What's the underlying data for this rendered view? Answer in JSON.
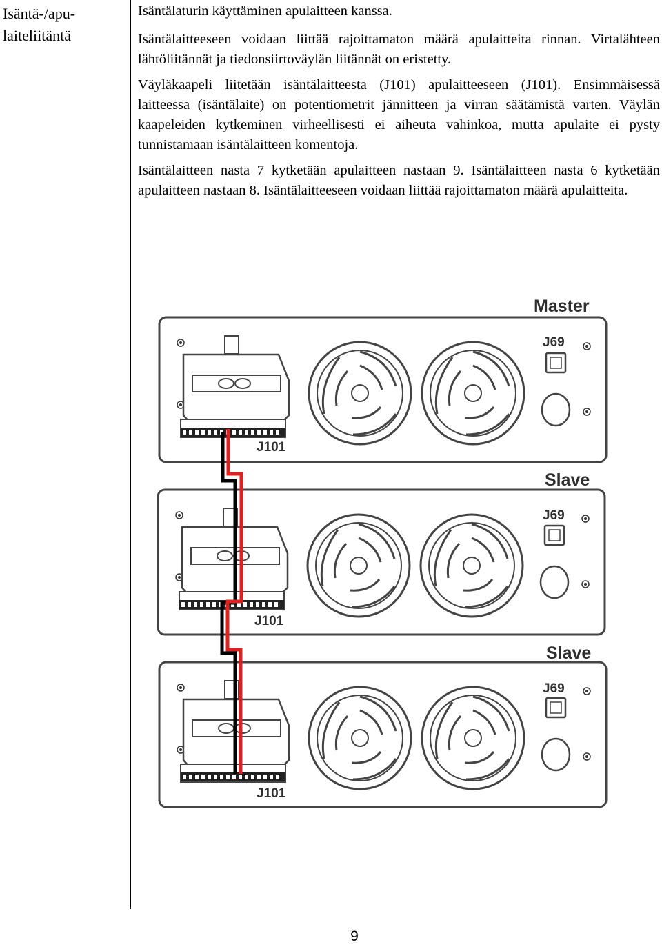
{
  "sidebar": {
    "title": "Isäntä-/apu-laiteliitäntä"
  },
  "content": {
    "heading": "Isäntälaturin käyttäminen apulaitteen kanssa.",
    "paragraph1": "Isäntälaitteeseen voidaan liittää rajoittamaton määrä apulaitteita rinnan. Virtalähteen lähtöliitännät ja tiedonsiirtoväylän liitännät on eristetty.",
    "paragraph2": "Väyläkaapeli liitetään isäntälaitteesta (J101) apulaitteeseen (J101). Ensimmäisessä laitteessa (isäntälaite) on potentiometrit jännitteen ja virran säätämistä varten. Väylän kaapeleiden kytkeminen virheellisesti ei aiheuta vahinkoa, mutta apulaite ei pysty tunnistamaan isäntälaitteen komentoja.",
    "paragraph3": "Isäntälaitteen nasta 7 kytketään apulaitteen nastaan 9. Isäntälaitteen nasta 6 kytketään apulaitteen nastaan 8. Isäntälaitteeseen voidaan liittää rajoittamaton määrä apulaitteita."
  },
  "diagram": {
    "units": [
      {
        "role": "Master",
        "port": "J69",
        "bus": "J101"
      },
      {
        "role": "Slave",
        "port": "J69",
        "bus": "J101"
      },
      {
        "role": "Slave",
        "port": "J69",
        "bus": "J101"
      }
    ],
    "wire_colors": {
      "black": "#000000",
      "red": "#e0201e"
    }
  },
  "page_number": "9"
}
